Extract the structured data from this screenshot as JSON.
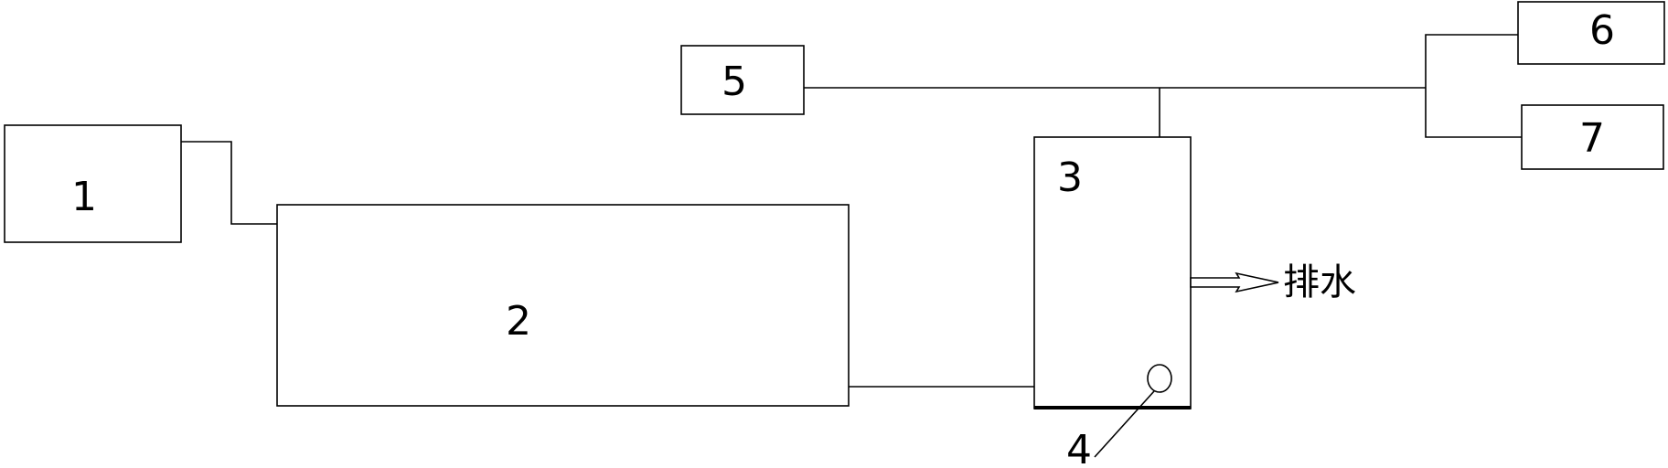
{
  "labels": {
    "box1": "1",
    "box2": "2",
    "box3": "3",
    "sensor4": "4",
    "box5": "5",
    "box6": "6",
    "box7": "7"
  },
  "outlet": {
    "text": "排水"
  }
}
